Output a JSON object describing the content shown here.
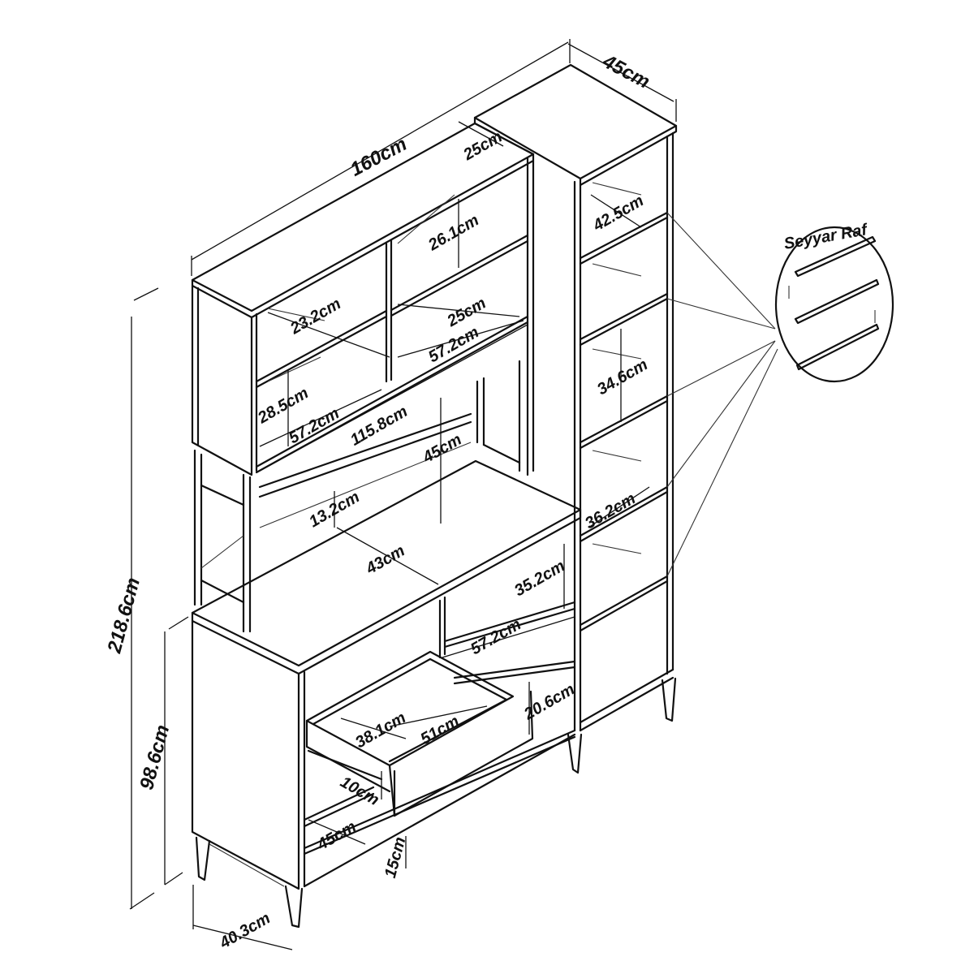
{
  "title": "",
  "dimensions": {
    "total_width": "160cm",
    "total_depth": "45cm",
    "total_height": "218.6cm",
    "base_height": "98.6cm",
    "base_depth": "40.3cm",
    "top_depth": "25cm",
    "hutch_shelf_height": "26.1cm",
    "hutch_inner_depth": "25cm",
    "hutch_inner_width": "57.2cm",
    "left_cell_height": "23.2cm",
    "left_lower_height": "28.5cm",
    "left_lower_width": "57.2cm",
    "hutch_total_width": "115.8cm",
    "desk_gap_height": "45cm",
    "desk_back_height": "13.2cm",
    "desk_depth": "43cm",
    "right_cabinet_height": "35.2cm",
    "right_cabinet_width": "57.2cm",
    "drawer_height": "20.6cm",
    "drawer_depth": "38.1cm",
    "drawer_width": "51cm",
    "drawer_front": "10cm",
    "bottom_shelf_depth": "45cm",
    "leg_height": "15cm",
    "tower_top_depth": "42.5cm",
    "tower_shelf_height": "34.6cm",
    "tower_lower_depth": "36.2cm"
  },
  "detail": {
    "label": "Seyyar Raf"
  }
}
